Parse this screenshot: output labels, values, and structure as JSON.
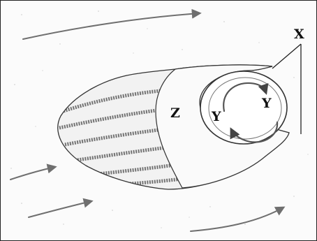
{
  "labels": {
    "x": "X",
    "y_inner": "Y",
    "y_right": "Y",
    "z": "Z"
  },
  "colors": {
    "border": "#222222",
    "line": "#333333",
    "arrow": "#6f6f6f",
    "hatch": "#4a4a4a",
    "speckle": "#c8c8c8"
  }
}
